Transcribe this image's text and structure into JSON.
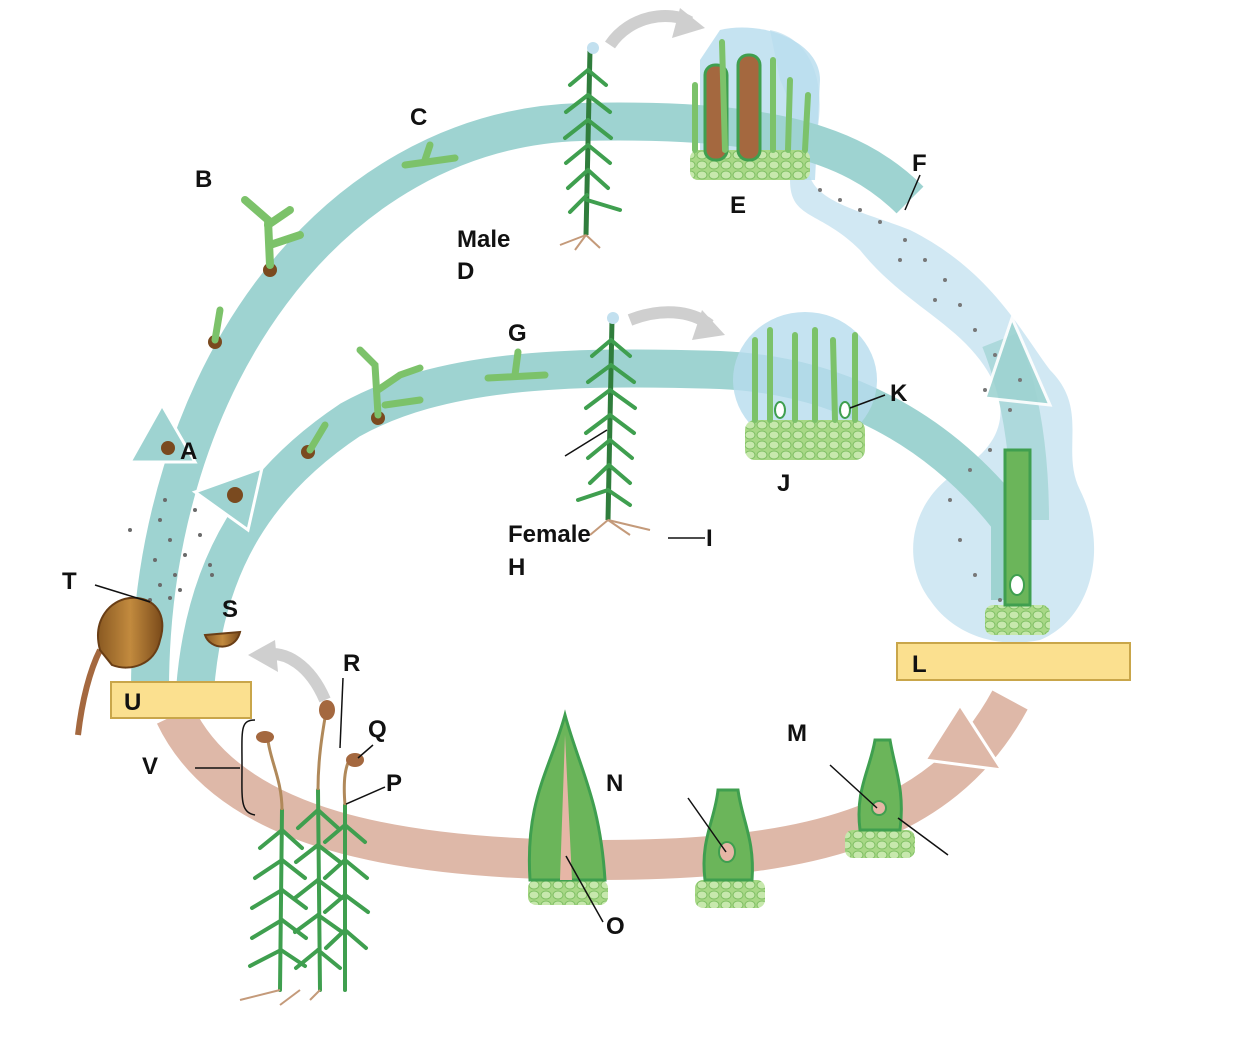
{
  "labels": {
    "A": "A",
    "B": "B",
    "C": "C",
    "D": "D",
    "E": "E",
    "F": "F",
    "G": "G",
    "H": "H",
    "I": "I",
    "J": "J",
    "K": "K",
    "L": "L",
    "M": "M",
    "N": "N",
    "O": "O",
    "P": "P",
    "Q": "Q",
    "R": "R",
    "S": "S",
    "T": "T",
    "U": "U",
    "V": "V"
  },
  "words": {
    "male": "Male",
    "female": "Female"
  },
  "colors": {
    "haploid_arrow": "#9ed3d1",
    "diploid_arrow": "#deb8a8",
    "water": "#c2e0ef",
    "plant": "#3f9f4f",
    "tissue": "#a8d886",
    "spore": "#7a4a1f",
    "label_box": "#fbe08f",
    "gray_arrow": "#cfcfcf"
  }
}
